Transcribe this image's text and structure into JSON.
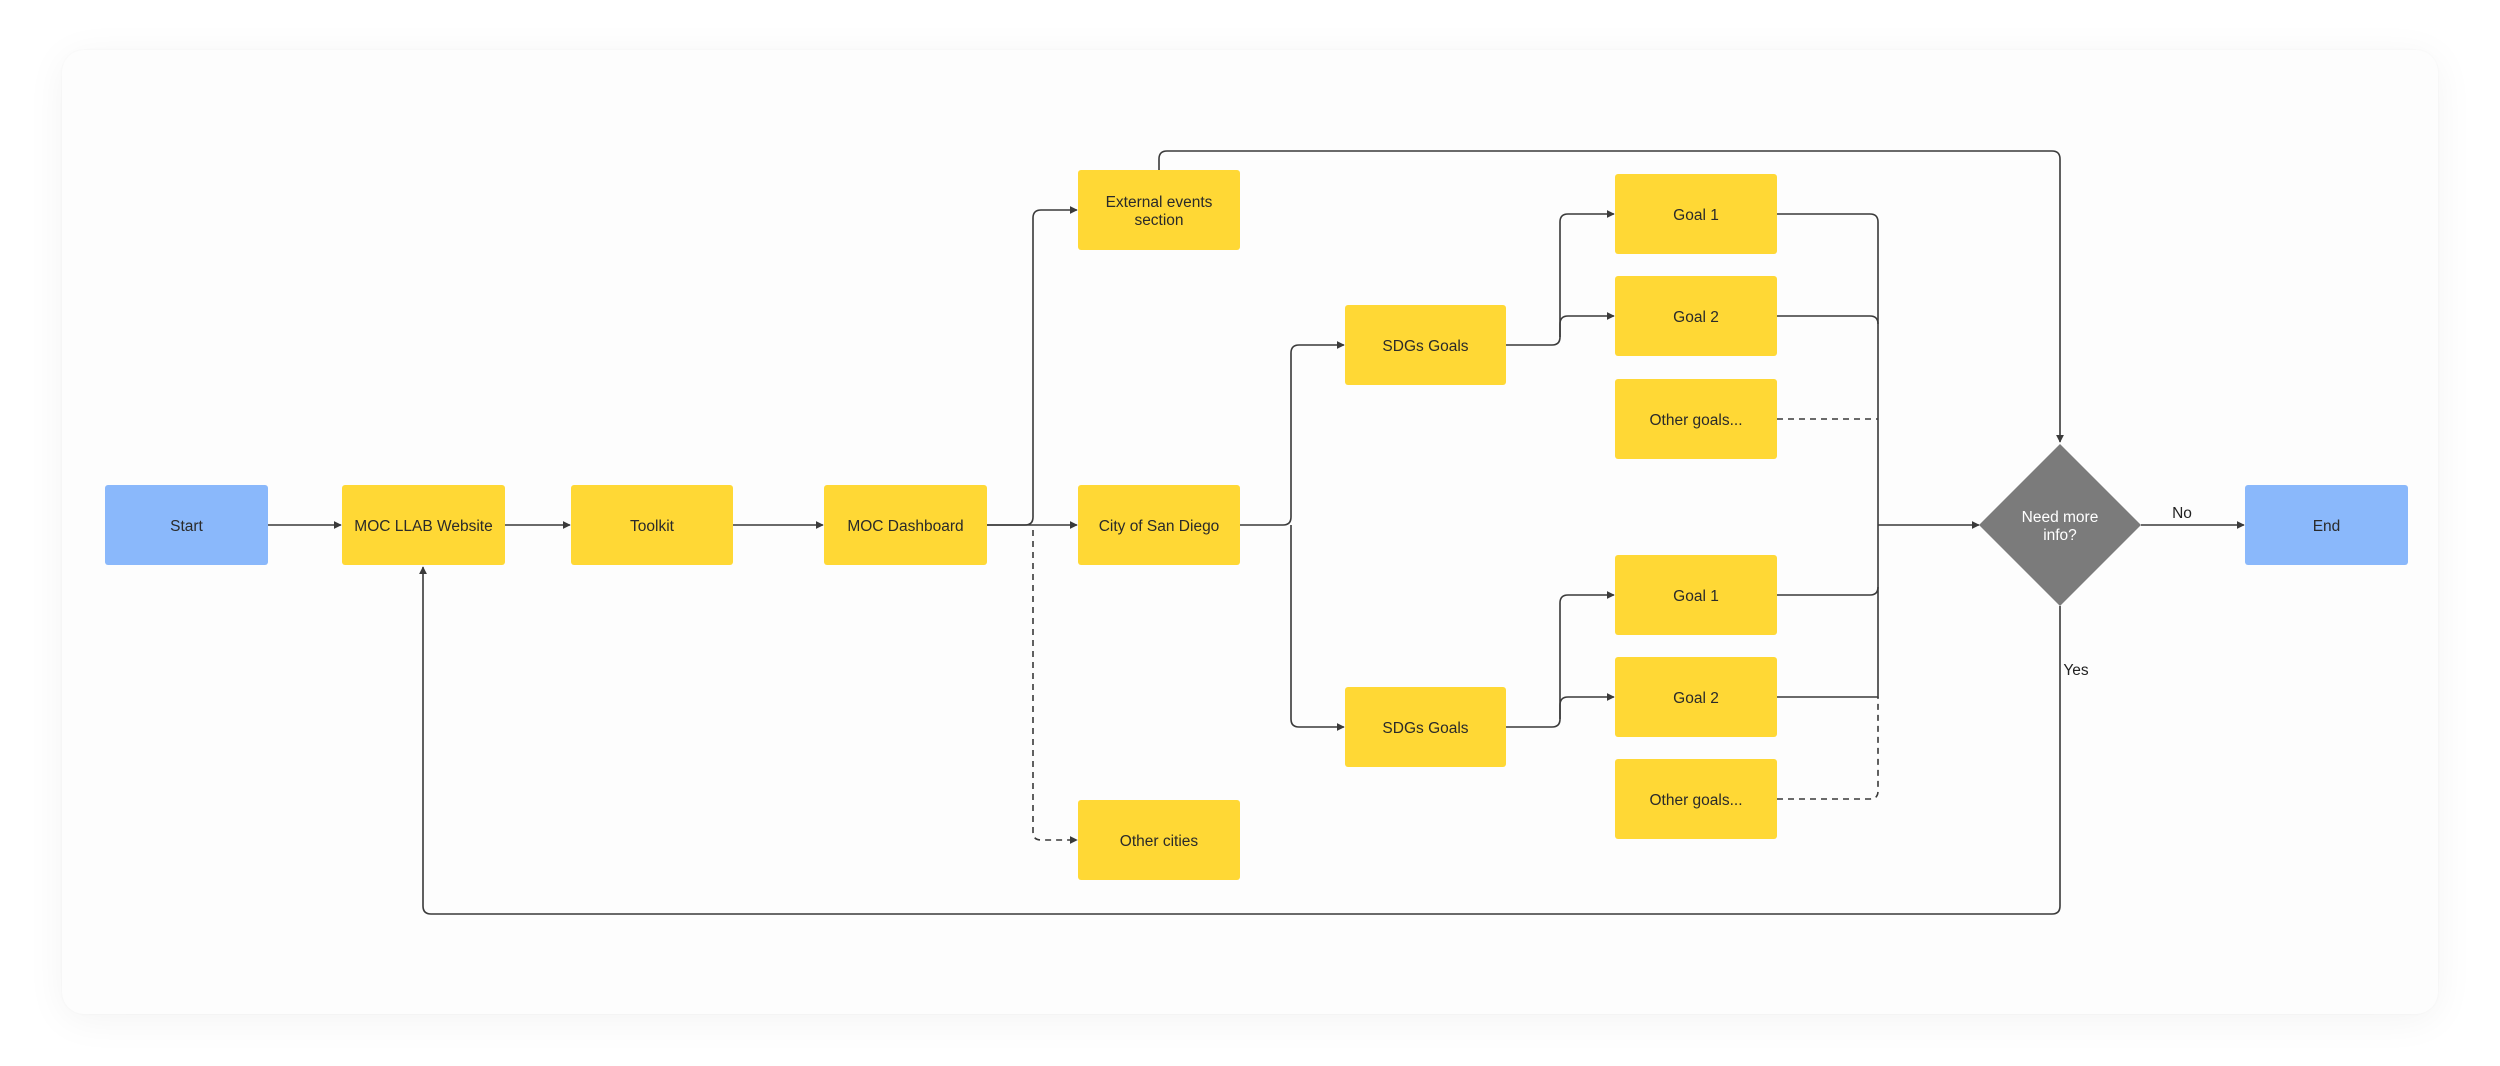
{
  "colors": {
    "terminal": "#8ab8fb",
    "process": "#ffd835",
    "decision": "#7b7b7b",
    "line": "#3a3a3a",
    "text": "#2a2a2a"
  },
  "nodes": {
    "start": "Start",
    "moc_llab_website": "MOC LLAB Website",
    "toolkit": "Toolkit",
    "moc_dashboard": "MOC Dashboard",
    "external_events_line1": "External events",
    "external_events_line2": "section",
    "city_of_san_diego": "City of San Diego",
    "other_cities": "Other cities",
    "sdgs_goals_top": "SDGs Goals",
    "sdgs_goals_bottom": "SDGs Goals",
    "goal1_top": "Goal 1",
    "goal2_top": "Goal 2",
    "other_goals_top": "Other goals...",
    "goal1_bottom": "Goal 1",
    "goal2_bottom": "Goal 2",
    "other_goals_bottom": "Other goals...",
    "decision_line1": "Need more",
    "decision_line2": "info?",
    "end": "End"
  },
  "edges": {
    "no_label": "No",
    "yes_label": "Yes"
  }
}
